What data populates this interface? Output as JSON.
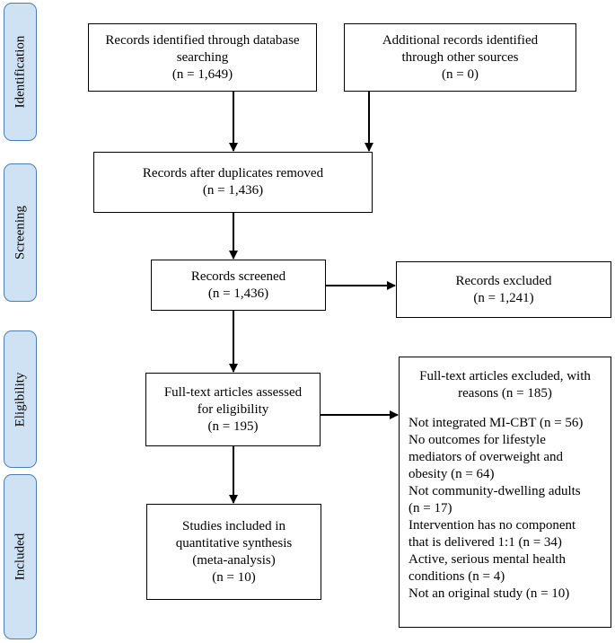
{
  "phases": {
    "identification": "Identification",
    "screening": "Screening",
    "eligibility": "Eligibility",
    "included": "Included"
  },
  "boxes": {
    "db_search": {
      "line1": "Records identified through database",
      "line2": "searching",
      "count": "(n = 1,649)"
    },
    "other_sources": {
      "line1": "Additional records identified",
      "line2": "through other sources",
      "count": "(n = 0)"
    },
    "after_duplicates": {
      "line1": "Records after duplicates removed",
      "count": "(n = 1,436)"
    },
    "screened": {
      "line1": "Records screened",
      "count": "(n = 1,436)"
    },
    "excluded": {
      "line1": "Records excluded",
      "count": "(n = 1,241)"
    },
    "full_text": {
      "line1": "Full-text articles assessed",
      "line2": "for eligibility",
      "count": "(n = 195)"
    },
    "full_text_excluded": {
      "title_line1": "Full-text articles excluded, with",
      "title_line2": "reasons (n = 185)",
      "reasons": [
        "Not integrated MI-CBT (n = 56)",
        "No outcomes for lifestyle",
        "mediators of overweight and",
        "obesity (n = 64)",
        "Not community-dwelling adults",
        "(n = 17)",
        "Intervention has no component",
        "that is delivered 1:1 (n = 34)",
        "Active, serious mental health",
        "conditions (n = 4)",
        "Not an original study (n = 10)"
      ]
    },
    "included": {
      "line1": "Studies included in",
      "line2": "quantitative synthesis",
      "line3": "(meta-analysis)",
      "count": "(n = 10)"
    }
  }
}
